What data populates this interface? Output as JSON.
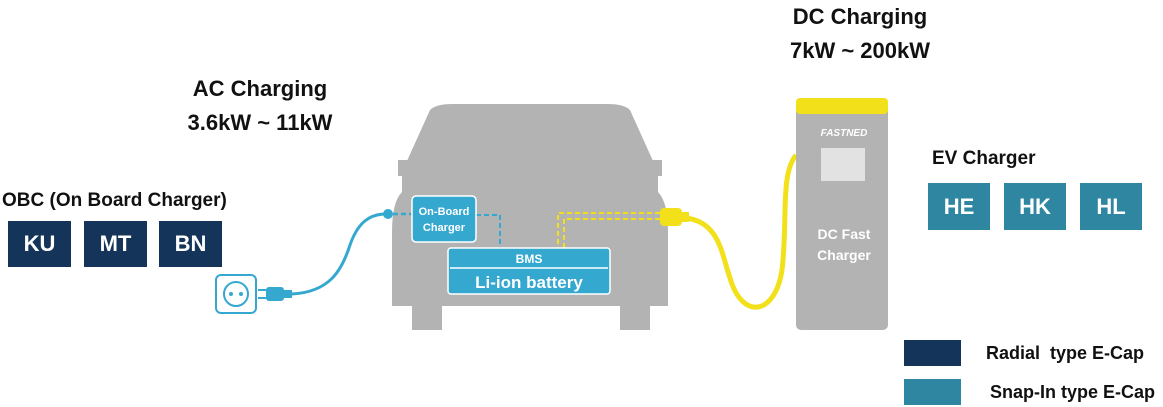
{
  "ac": {
    "title": "AC Charging",
    "range": "3.6kW ~ 11kW"
  },
  "dc": {
    "title": "DC Charging",
    "range": "7kW ~ 200kW"
  },
  "obc": {
    "title": "OBC (On Board Charger)",
    "codes": [
      "KU",
      "MT",
      "BN"
    ]
  },
  "ev_charger": {
    "title": "EV Charger",
    "codes": [
      "HE",
      "HK",
      "HL"
    ]
  },
  "car": {
    "onboard_charger_line1": "On-Board",
    "onboard_charger_line2": "Charger",
    "bms": "BMS",
    "battery": "Li-ion battery"
  },
  "station": {
    "brand": "FASTNED",
    "label_line1": "DC Fast",
    "label_line2": "Charger"
  },
  "legend": [
    {
      "label": "Radial  type E-Cap",
      "color": "#15345a"
    },
    {
      "label": "Snap-In type E-Cap",
      "color": "#2e86a0"
    }
  ],
  "colors": {
    "cable_blue": "#35a8cf",
    "cable_yellow": "#f2e11a",
    "car_gray": "#b3b3b3"
  }
}
